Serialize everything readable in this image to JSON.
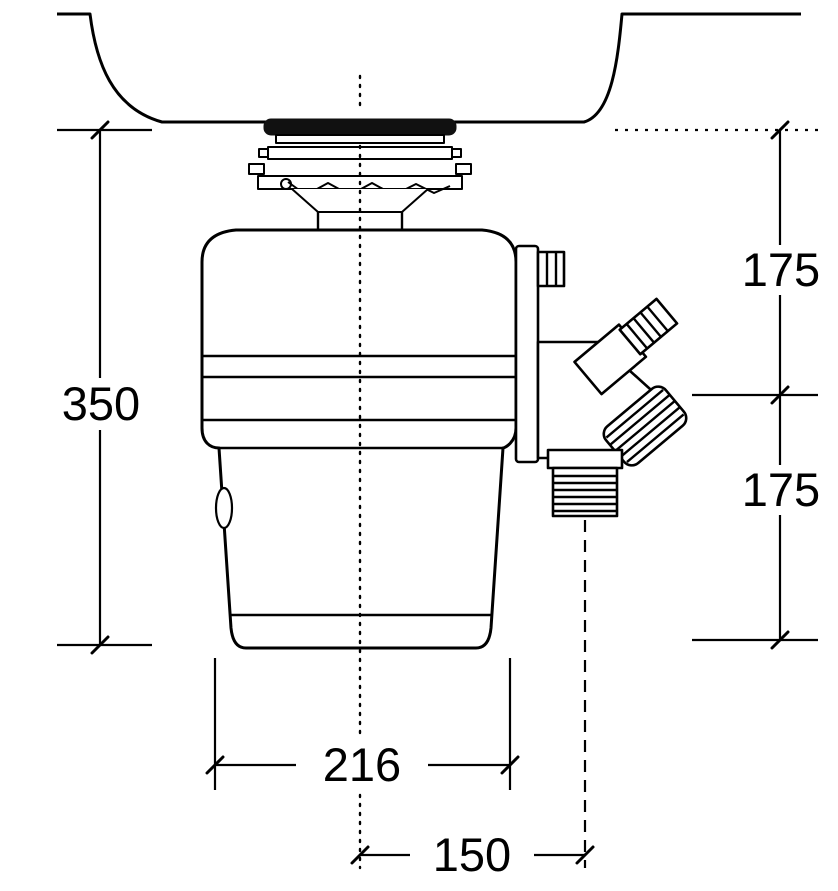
{
  "page": {
    "background": "#ffffff",
    "line_color": "#000000"
  },
  "labels": {
    "overall_height": "350",
    "upper_section": "175",
    "lower_section": "175",
    "body_width": "216",
    "outlet_offset": "150"
  }
}
